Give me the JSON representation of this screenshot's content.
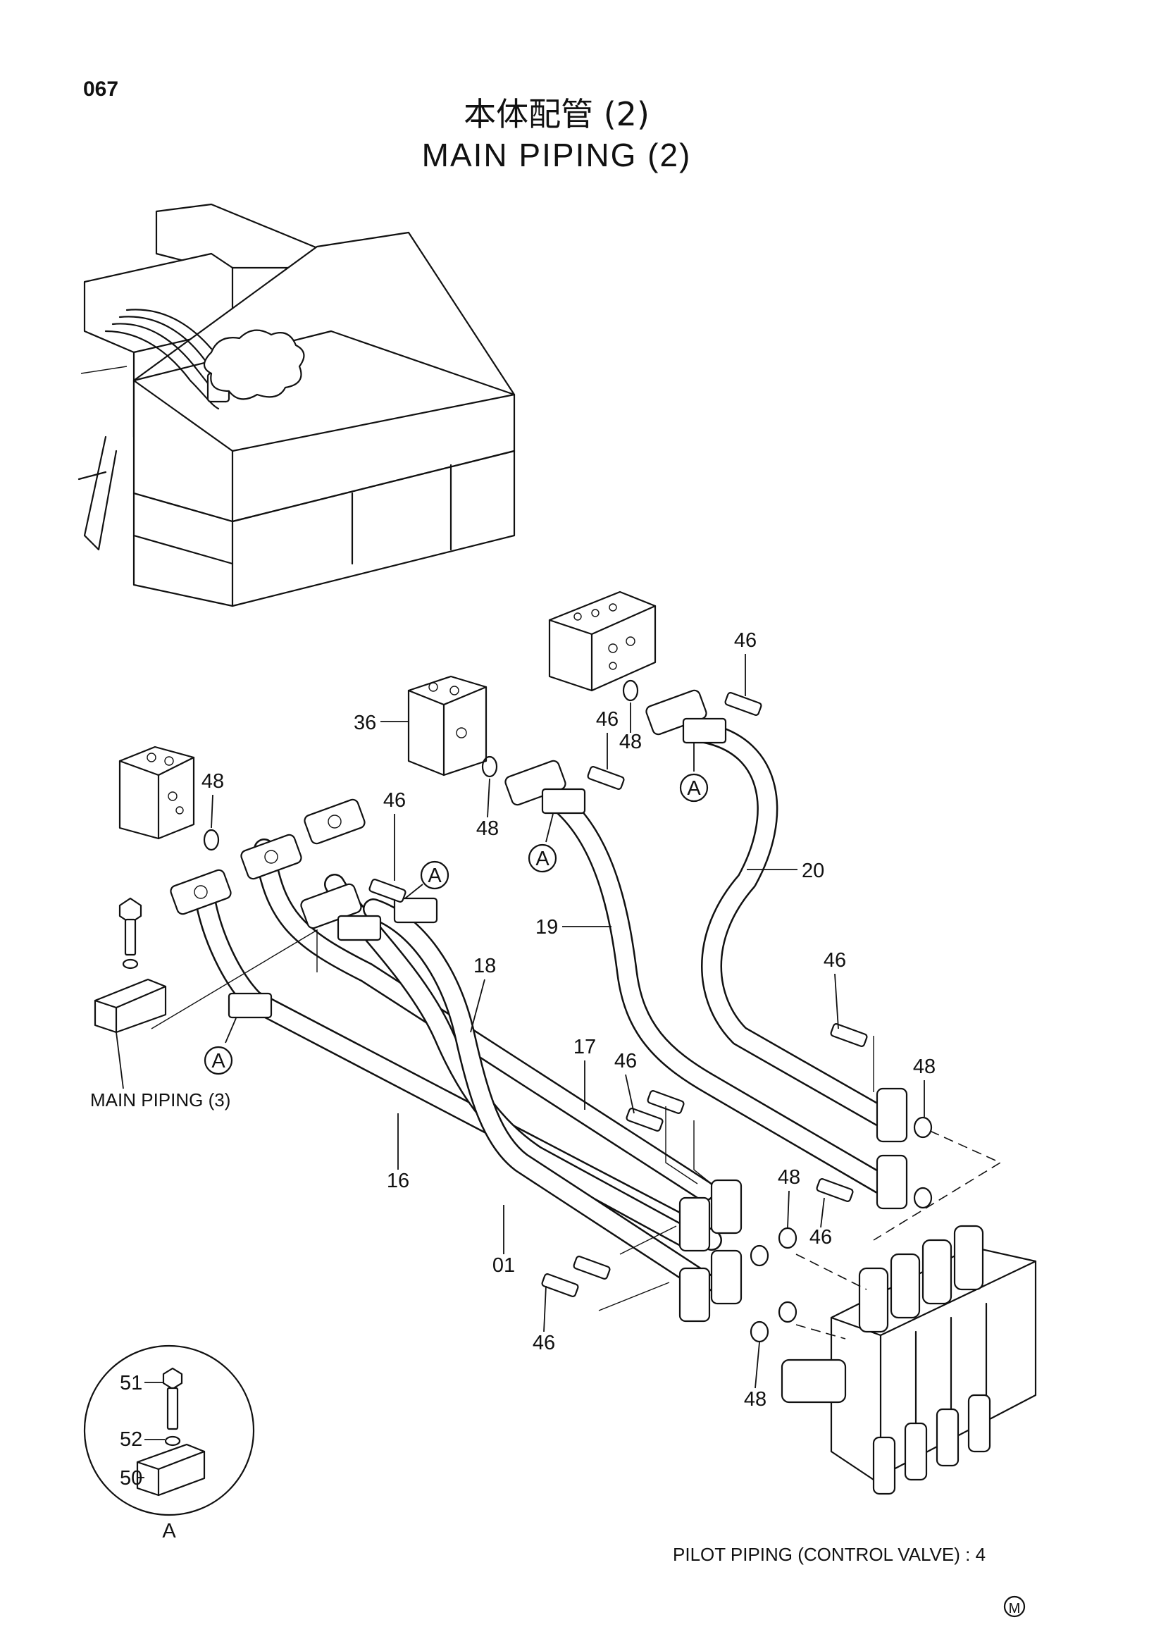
{
  "page_number": "067",
  "title_jp": "本体配管 (2)",
  "title_en": "MAIN PIPING (2)",
  "callout_tag": "A",
  "detail_label": "A",
  "callouts": {
    "c01": "01",
    "c16": "16",
    "c17": "17",
    "c18": "18",
    "c19": "19",
    "c20": "20",
    "c36": "36",
    "c46": "46",
    "c48": "48",
    "c50": "50",
    "c51": "51",
    "c52": "52"
  },
  "references": {
    "main_piping_3": "MAIN PIPING (3)",
    "pilot_piping": "PILOT PIPING (CONTROL VALVE) : 4"
  },
  "mark": "M"
}
